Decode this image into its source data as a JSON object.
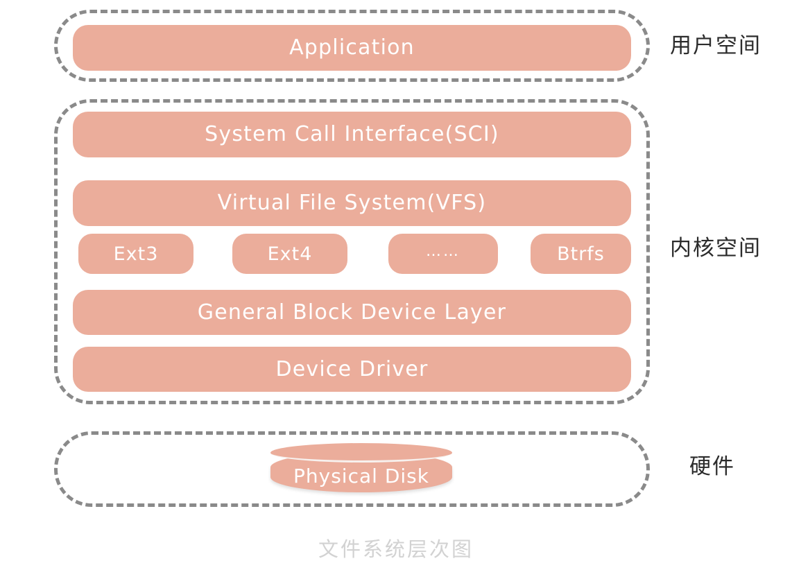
{
  "diagram": {
    "caption": "文件系统层次图",
    "accent_color": "#EBAD9B",
    "border_color": "#8a8a8a",
    "label_color": "#ffffff",
    "caption_color": "#d2d2d2",
    "zones": [
      {
        "id": "user",
        "name": "用户空间"
      },
      {
        "id": "kernel",
        "name": "内核空间"
      },
      {
        "id": "hardware",
        "name": "硬件"
      }
    ],
    "user_space": {
      "boxes": [
        {
          "label": "Application"
        }
      ]
    },
    "kernel_space": {
      "boxes": [
        {
          "label": "System Call Interface(SCI)"
        },
        {
          "label": "Virtual File System(VFS)"
        },
        {
          "label": "General Block Device Layer"
        },
        {
          "label": "Device Driver"
        }
      ],
      "filesystems": [
        {
          "label": "Ext3"
        },
        {
          "label": "Ext4"
        },
        {
          "label": "……"
        },
        {
          "label": "Btrfs"
        }
      ]
    },
    "hardware": {
      "disk": {
        "label": "Physical Disk"
      }
    }
  }
}
